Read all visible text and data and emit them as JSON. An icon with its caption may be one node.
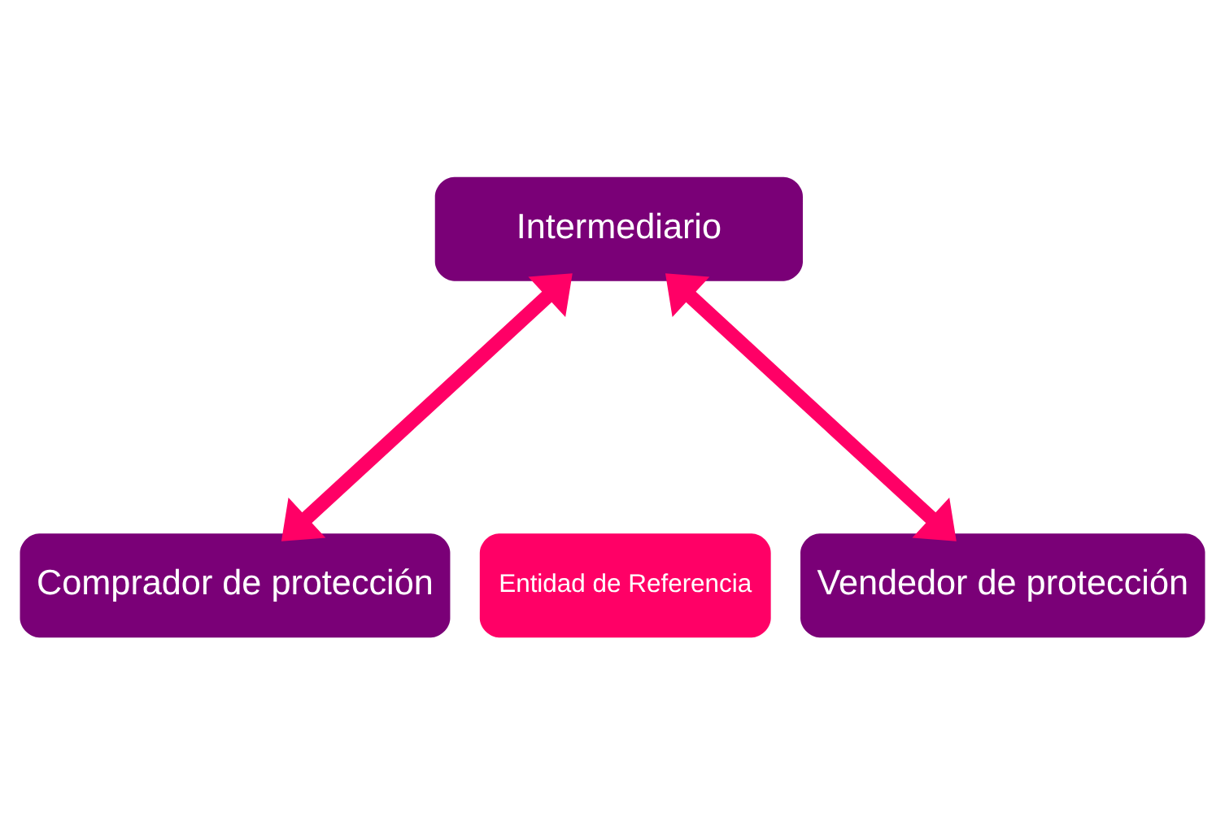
{
  "diagram": {
    "nodes": [
      {
        "text": [
          "Intermediario"
        ]
      },
      {
        "text": [
          "Comprador de protección"
        ]
      },
      {
        "text": [
          "Entidad de Referencia"
        ]
      },
      {
        "text": [
          "Vendedor de protección"
        ]
      }
    ],
    "edges": [
      {
        "from": 0,
        "to": 1,
        "arrow": "both"
      },
      {
        "from": 0,
        "to": 3,
        "arrow": "both"
      }
    ]
  }
}
